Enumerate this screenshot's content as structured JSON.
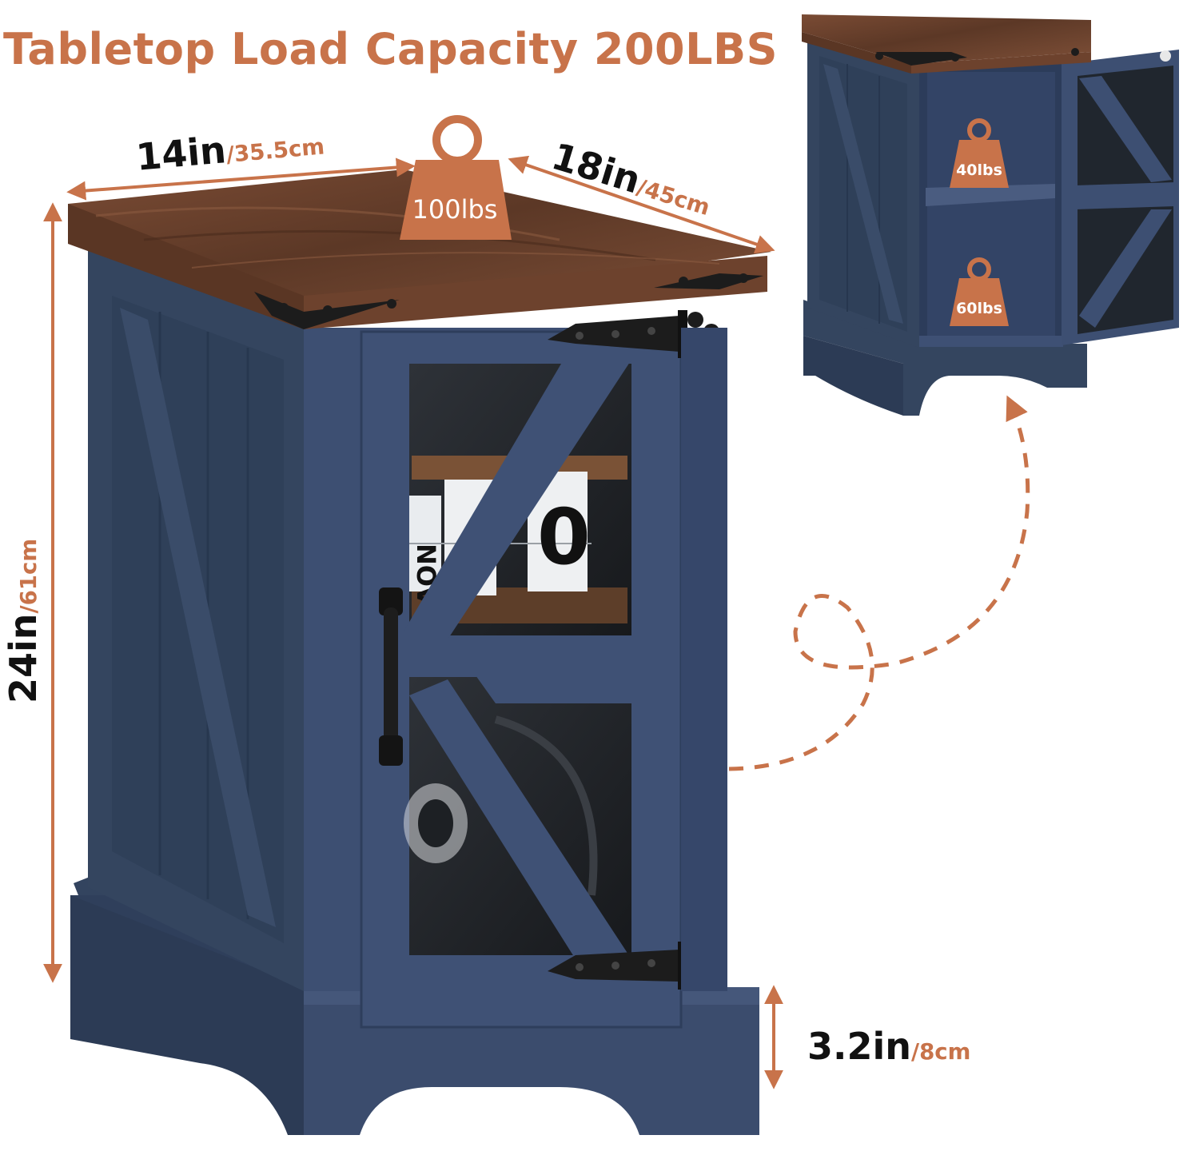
{
  "headline": "Tabletop Load Capacity 200LBS",
  "dimensions": {
    "width": {
      "primary": "14in",
      "secondary": "/35.5cm"
    },
    "depth": {
      "primary": "18in",
      "secondary": "/45cm"
    },
    "height": {
      "primary": "24in",
      "secondary": "/61cm"
    },
    "base": {
      "primary": "3.2in",
      "secondary": "/8cm"
    }
  },
  "weights": {
    "tabletop": "100lbs",
    "upper_shelf": "40lbs",
    "lower_shelf": "60lbs"
  },
  "calendar": {
    "month": "NOV",
    "digits": "0"
  },
  "colors": {
    "accent": "#c8734a",
    "cabinet_navy": "#3a4b6b",
    "wood_top": "#6e4330",
    "hardware_black": "#1c1c1c"
  }
}
